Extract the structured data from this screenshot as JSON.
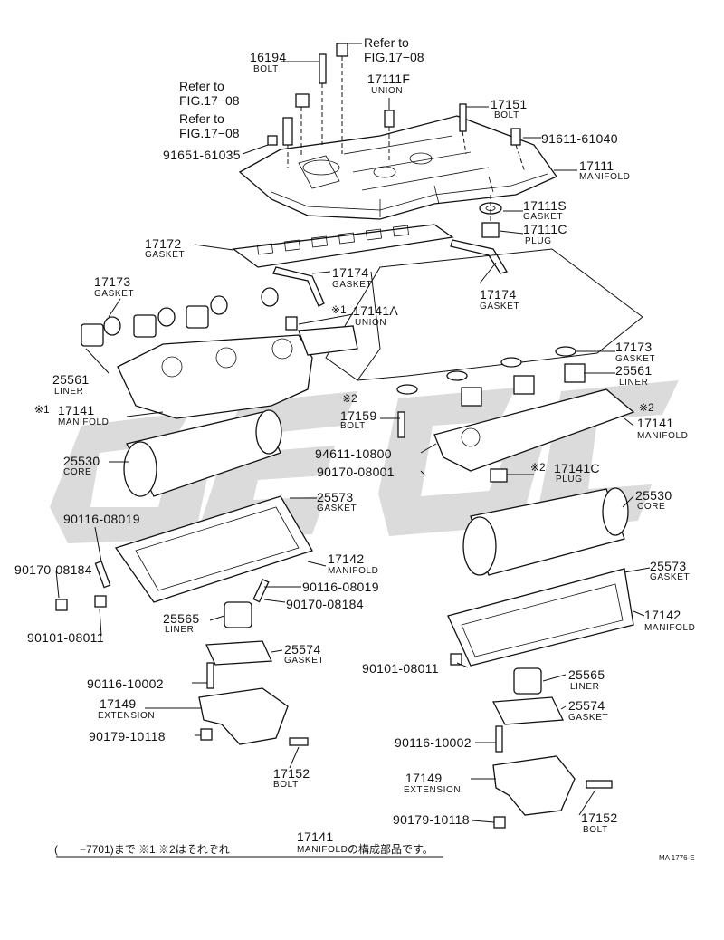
{
  "diagram": {
    "figure_code": "MA 1776-E",
    "colors": {
      "line": "#111111",
      "watermark": "#bdbdbd",
      "background": "#ffffff"
    },
    "labels": {
      "p16194": "16194",
      "p16194_name": "BOLT",
      "ref1a": "Refer to",
      "ref1b": "FIG.17−08",
      "p17111F": "17111F",
      "p17111F_name": "UNION",
      "ref2a": "Refer to",
      "ref2b": "FIG.17−08",
      "ref3a": "Refer to",
      "ref3b": "FIG.17−08",
      "p17151": "17151",
      "p17151_name": "BOLT",
      "p91611": "91611-61040",
      "p91651": "91651-61035",
      "p17111": "17111",
      "p17111_name": "MANIFOLD",
      "p17111S": "17111S",
      "p17111S_name": "GASKET",
      "p17111C": "17111C",
      "p17111C_name": "PLUG",
      "p17172": "17172",
      "p17172_name": "GASKET",
      "p17173a": "17173",
      "p17173a_name": "GASKET",
      "p17174a": "17174",
      "p17174a_name": "GASKET",
      "p17174b": "17174",
      "p17174b_name": "GASKET",
      "star1a": "※1",
      "p17141A": "17141A",
      "p17141A_name": "UNION",
      "p17173b": "17173",
      "p17173b_name": "GASKET",
      "p25561a": "25561",
      "p25561a_name": "LINER",
      "p25561b": "25561",
      "p25561b_name": "LINER",
      "star1b": "※1",
      "p17141a": "17141",
      "p17141a_name": "MANIFOLD",
      "star2a": "※2",
      "p17159": "17159",
      "p17159_name": "BOLT",
      "star2b": "※2",
      "p17141b": "17141",
      "p17141b_name": "MANIFOLD",
      "p94611": "94611-10800",
      "p90170a": "90170-08001",
      "star2c": "※2",
      "p17141C": "17141C",
      "p17141C_name": "PLUG",
      "p25530a": "25530",
      "p25530a_name": "CORE",
      "p25530b": "25530",
      "p25530b_name": "CORE",
      "p25573a": "25573",
      "p25573a_name": "GASKET",
      "p25573b": "25573",
      "p25573b_name": "GASKET",
      "p90116a": "90116-08019",
      "p90170b": "90170-08184",
      "p17142a": "17142",
      "p17142a_name": "MANIFOLD",
      "p90116b": "90116-08019",
      "p90170c": "90170-08184",
      "p90101a": "90101-08011",
      "p25565a": "25565",
      "p25565a_name": "LINER",
      "p25574a": "25574",
      "p25574a_name": "GASKET",
      "p90116c": "90116-10002",
      "p17149a": "17149",
      "p17149a_name": "EXTENSION",
      "p90179a": "90179-10118",
      "p17152a": "17152",
      "p17152a_name": "BOLT",
      "p17142b": "17142",
      "p17142b_name": "MANIFOLD",
      "p90101b": "90101-08011",
      "p25565b": "25565",
      "p25565b_name": "LINER",
      "p25574b": "25574",
      "p25574b_name": "GASKET",
      "p90116d": "90116-10002",
      "p17149b": "17149",
      "p17149b_name": "EXTENSION",
      "p90179b": "90179-10118",
      "p17152b": "17152",
      "p17152b_name": "BOLT"
    },
    "footnote": {
      "part": "17141",
      "pre": "(　　−7701)まで ※1,※2はそれぞれ",
      "manifold": "MANIFOLD",
      "post": "の構成部品です。"
    }
  }
}
